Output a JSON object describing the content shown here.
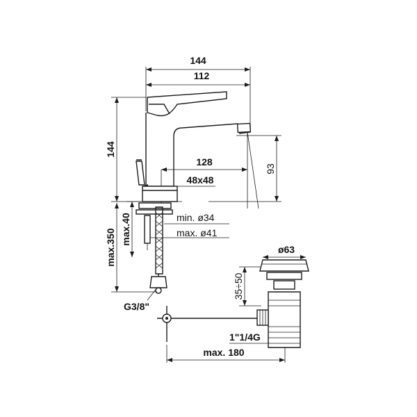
{
  "dimensions": {
    "overall_width": "144",
    "spout_reach": "112",
    "overall_height": "144",
    "spout_offset": "128",
    "spout_height": "93",
    "base_size": "48x48",
    "hole_min": "min. ø34",
    "hole_max": "max. ø41",
    "max_depth": "max.40",
    "hose_length": "max.350",
    "hose_thread": "G3/8\"",
    "drain_diameter": "ø63",
    "drain_range": "35÷50",
    "drain_thread": "1\"1/4G",
    "rod_length": "max. 180"
  }
}
